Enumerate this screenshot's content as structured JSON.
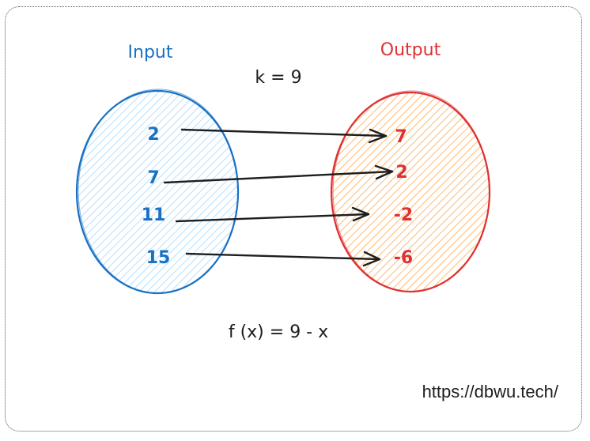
{
  "diagram": {
    "input_title": "Input",
    "output_title": "Output",
    "k_label": "k = 9",
    "function_label": "f (x) = 9 - x",
    "inputs": [
      "2",
      "7",
      "11",
      "15"
    ],
    "outputs": [
      "7",
      "2",
      "-2",
      "-6"
    ],
    "website": "https://dbwu.tech/",
    "colors": {
      "input_stroke": "#1971c2",
      "input_fill": "#a5d8ff",
      "output_stroke": "#e03131",
      "output_fill": "#ffc078",
      "arrow": "#1e1e1e"
    }
  }
}
